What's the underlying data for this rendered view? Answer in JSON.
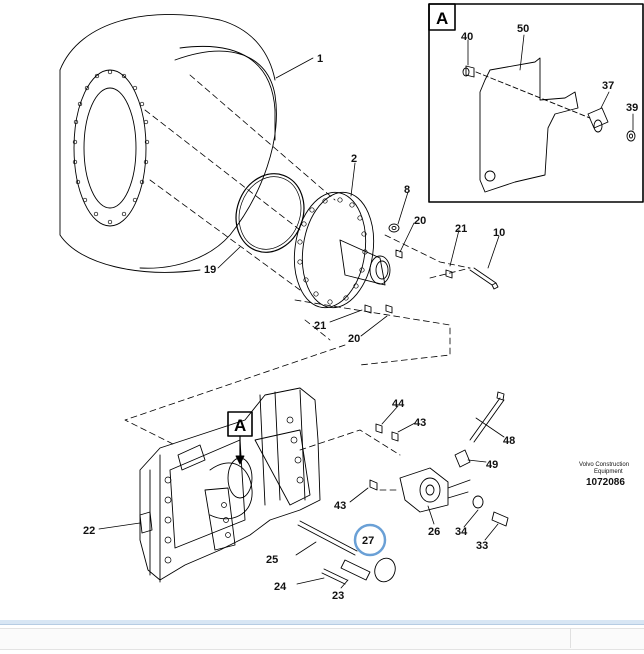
{
  "diagram": {
    "inset": {
      "letter": "A"
    },
    "detail_marker": {
      "letter": "A"
    },
    "callouts": [
      {
        "id": "c1",
        "text": "1"
      },
      {
        "id": "c2",
        "text": "2"
      },
      {
        "id": "c8",
        "text": "8"
      },
      {
        "id": "c20a",
        "text": "20"
      },
      {
        "id": "c21a",
        "text": "21"
      },
      {
        "id": "c10",
        "text": "10"
      },
      {
        "id": "c19",
        "text": "19"
      },
      {
        "id": "c21b",
        "text": "21"
      },
      {
        "id": "c20b",
        "text": "20"
      },
      {
        "id": "c44",
        "text": "44"
      },
      {
        "id": "c43a",
        "text": "43"
      },
      {
        "id": "c48",
        "text": "48"
      },
      {
        "id": "c49",
        "text": "49"
      },
      {
        "id": "c43b",
        "text": "43"
      },
      {
        "id": "c22",
        "text": "22"
      },
      {
        "id": "c26",
        "text": "26"
      },
      {
        "id": "c34",
        "text": "34"
      },
      {
        "id": "c33",
        "text": "33"
      },
      {
        "id": "c27",
        "text": "27"
      },
      {
        "id": "c25",
        "text": "25"
      },
      {
        "id": "c24",
        "text": "24"
      },
      {
        "id": "c23",
        "text": "23"
      },
      {
        "id": "c40",
        "text": "40"
      },
      {
        "id": "c50",
        "text": "50"
      },
      {
        "id": "c37",
        "text": "37"
      },
      {
        "id": "c39",
        "text": "39"
      }
    ],
    "highlighted_callout": "27",
    "maker_caption": [
      "Volvo Construction",
      "Equipment"
    ],
    "document_number": "1072086",
    "colors": {
      "line": "#000000",
      "highlight": "#6aa0d6",
      "bar": "#d8e6f4"
    }
  }
}
